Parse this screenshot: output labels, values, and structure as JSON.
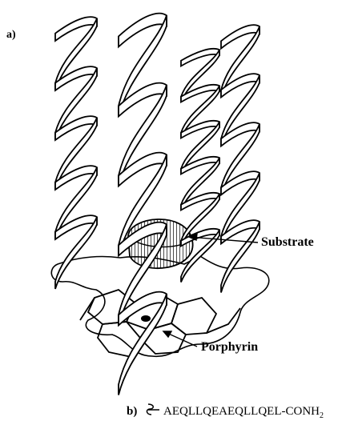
{
  "panels": {
    "a": {
      "label": "a)"
    },
    "b": {
      "label": "b)"
    }
  },
  "callouts": {
    "substrate": "Substrate",
    "porphyrin": "Porphyrin"
  },
  "sequence": {
    "main": "AEQLLQEAEQLLQEL-CONH",
    "subscript": "2",
    "tether_symbol": "wavy-bond-tether"
  },
  "helices": [
    {
      "name": "left-rear-helix",
      "turns": 5
    },
    {
      "name": "center-front-helix",
      "turns": 6
    },
    {
      "name": "center-rear-helix",
      "turns": 5
    },
    {
      "name": "right-rear-helix",
      "turns": 5
    }
  ],
  "colors": {
    "ink": "#000000",
    "paper": "#ffffff",
    "hatch": "#000000"
  }
}
